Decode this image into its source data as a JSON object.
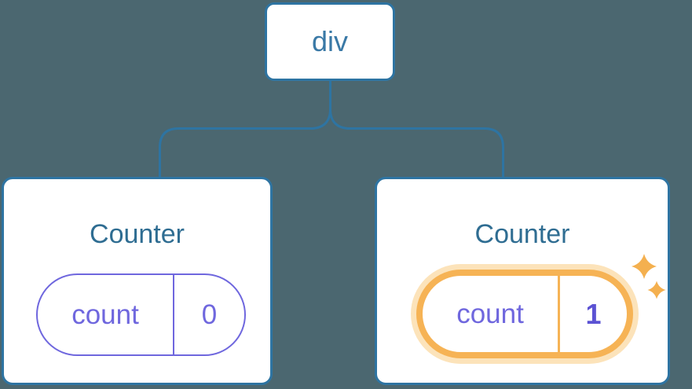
{
  "diagram": {
    "root_node": {
      "label": "div"
    },
    "children": [
      {
        "title": "Counter",
        "state": {
          "key": "count",
          "value": "0"
        },
        "highlighted": false
      },
      {
        "title": "Counter",
        "state": {
          "key": "count",
          "value": "1"
        },
        "highlighted": true
      }
    ]
  },
  "icons": {
    "state_update_indicator": "sparkles-icon"
  },
  "colors": {
    "background": "#4b6770",
    "connector_stroke": "#2e74a2",
    "card_border": "#2e74a2",
    "card_background": "#ffffff",
    "root_label": "#3a79a6",
    "component_title": "#2f6d92",
    "state_purple": "#6f67de",
    "state_value_updated": "#5b52d3",
    "highlight_border": "#f6b355",
    "highlight_glow": "#fce3ba",
    "sparkle": "#f4b04f"
  }
}
